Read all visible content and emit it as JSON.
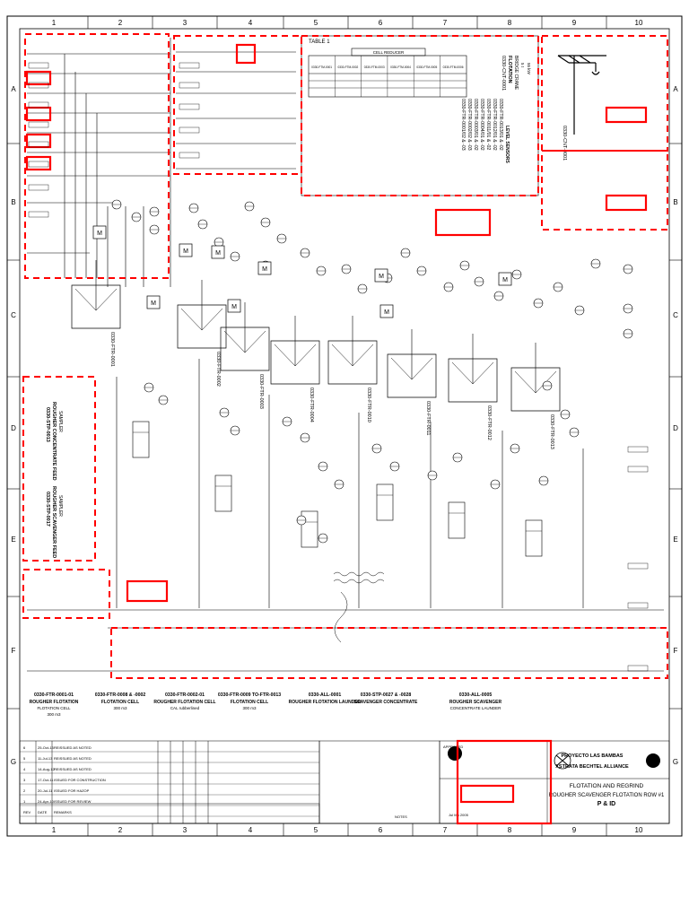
{
  "grid": {
    "cols": [
      "1",
      "2",
      "3",
      "4",
      "5",
      "6",
      "7",
      "8",
      "9",
      "10"
    ],
    "rows": [
      "A",
      "B",
      "C",
      "D",
      "E",
      "F",
      "G"
    ]
  },
  "table1": {
    "title": "TABLE 1",
    "header": "CELL REDUCER",
    "columns": [
      "0330-FTM-0001",
      "0330-FTM-0002",
      "0330-FTM-0003",
      "0330-FTM-0004",
      "0330-FTM-0005",
      "0330-FTM-0006"
    ]
  },
  "crane": {
    "tag": "0330-CNT-0001",
    "title": "FLOTATION",
    "subtitle": "BRIDGE CRANE",
    "capacity": "5 t",
    "span": "55 kW"
  },
  "notes_block": {
    "tag": "0330-CNT-0001"
  },
  "tank_list": {
    "items": [
      "0330-FTR-0001/02 & -03",
      "0330-FTR-0002/02 & -03",
      "0330-FTR-0003/01 & -02",
      "0330-FTR-0004/01 & -02",
      "0330-FTR-0011/01 & -02",
      "0330-FTR-0012/01 & -02",
      "0330-FTR-0013/01 & -02"
    ],
    "caption": "LEVEL SENSORS"
  },
  "equipment": [
    {
      "tag": "0330-FTR-0001",
      "label": "0330-FTR-0001"
    },
    {
      "tag": "0330-FTR-0002",
      "label": "0330-FTR-0002"
    },
    {
      "tag": "0330-FTR-0003",
      "label": "0330-FTR-0003"
    },
    {
      "tag": "0330-FTR-0004",
      "label": "0330-FTR-0004"
    },
    {
      "tag": "0330-FTR-0010",
      "label": "0330-FTR-0010"
    },
    {
      "tag": "0330-FTR-0011",
      "label": "0330-FTR-0011"
    },
    {
      "tag": "0330-FTR-0012",
      "label": "0330-FTR-0012"
    },
    {
      "tag": "0330-FTR-0013",
      "label": "0330-FTR-0013"
    }
  ],
  "side_boxes": [
    {
      "tag": "0330-STP-0013",
      "title": "ROUGHER CONCENTRATE FEED",
      "sub": "SAMPLER"
    },
    {
      "tag": "0330-STP-0017",
      "title": "ROUGHER SCAVENGER FEED",
      "sub": "SAMPLER"
    }
  ],
  "bottom_equipment": [
    {
      "tag": "0330-FTR-0001-01",
      "title": "ROUGHER FLOTATION",
      "sub": "FLOTATION CELL",
      "spec": "300 m3"
    },
    {
      "tag": "0330-FTR-0008 & -0002",
      "title": "FLOTATION CELL",
      "sub": "300 m3",
      "spec": ""
    },
    {
      "tag": "0330-FTR-0002-01",
      "title": "ROUGHER FLOTATION CELL",
      "sub": "CAL rubberlined",
      "spec": ""
    },
    {
      "tag": "0330-FTR-0009 TO-FTR-0013",
      "title": "FLOTATION CELL",
      "sub": "300 m3",
      "spec": ""
    },
    {
      "tag": "0330-ALL-0001",
      "title": "ROUGHER FLOTATION LAUNDER",
      "sub": "",
      "spec": ""
    },
    {
      "tag": "0330-STP-0027 & -0028",
      "title": "SCAVENGER CONCENTRATE",
      "sub": "",
      "spec": ""
    },
    {
      "tag": "0330-ALL-0005",
      "title": "ROUGHER SCAVENGER",
      "sub": "CONCENTRATE LAUNDER",
      "spec": ""
    }
  ],
  "revisions": [
    {
      "rev": "6",
      "date": "25-Oct-13",
      "desc": "REISSUED AS NOTED"
    },
    {
      "rev": "5",
      "date": "11-Jul-13",
      "desc": "REISSUED AS NOTED"
    },
    {
      "rev": "4",
      "date": "14-Aug-12",
      "desc": "REISSUED AS NOTED"
    },
    {
      "rev": "3",
      "date": "17-Oct-11",
      "desc": "ISSUED FOR CONSTRUCTION"
    },
    {
      "rev": "2",
      "date": "20-Jul-11",
      "desc": "ISSUED FOR HAZOP"
    },
    {
      "rev": "1",
      "date": "24-Apr-10",
      "desc": "ISSUED FOR REVIEW"
    },
    {
      "rev": "REV",
      "date": "DATE",
      "desc": "REMARKS"
    }
  ],
  "title_block": {
    "project": "PROYECTO LAS BAMBAS",
    "client": "XSTRATA BECHTEL ALLIANCE",
    "title1": "FLOTATION AND REGRIND",
    "title2": "ROUGHER SCAVENGER FLOTATION ROW #1",
    "title3": "P & ID",
    "date": "Jul Ma 2005"
  },
  "bottom_row_labels": {
    "approved": "APPROVED",
    "notes": "NOTES"
  },
  "colors": {
    "line": "#000000",
    "redline": "#ff0000"
  }
}
